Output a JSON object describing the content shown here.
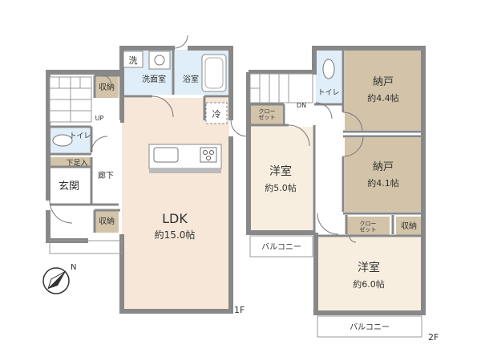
{
  "floor1": {
    "floor_label": "1F",
    "rooms": {
      "ldk_name": "LDK",
      "ldk_size": "約15.0帖",
      "genkan": "玄関",
      "rouka": "廊下",
      "toilet": "トイレ",
      "shusenoki": "収納",
      "shuno_lower": "収納",
      "shita_soku": "下足入",
      "senmenshitsu": "洗面室",
      "yokushitsu": "浴室",
      "sentakuki": "洗",
      "reizoko": "冷",
      "up": "UP"
    }
  },
  "floor2": {
    "floor_label": "2F",
    "rooms": {
      "nando1_name": "納戸",
      "nando1_size": "約4.4帖",
      "nando2_name": "納戸",
      "nando2_size": "約4.1帖",
      "youshitsu1_name": "洋室",
      "youshitsu1_size": "約5.0帖",
      "youshitsu2_name": "洋室",
      "youshitsu2_size": "約6.0帖",
      "toilet": "トイレ",
      "closet1": "クロー\nゼット",
      "closet2": "クロー\nゼット",
      "shuno": "収納",
      "balcony1": "バルコニー",
      "balcony2": "バルコニー",
      "dn": "DN"
    }
  },
  "compass": {
    "label": "N"
  },
  "colors": {
    "wall": "#888888",
    "ldk_floor": "#f7e7d8",
    "nando_floor": "#d2c3a9",
    "youshitsu_floor": "#f7eedf",
    "wet_floor": "#dfeef8",
    "closet_floor": "#d2c3a9",
    "hall_floor": "#ffffff"
  }
}
